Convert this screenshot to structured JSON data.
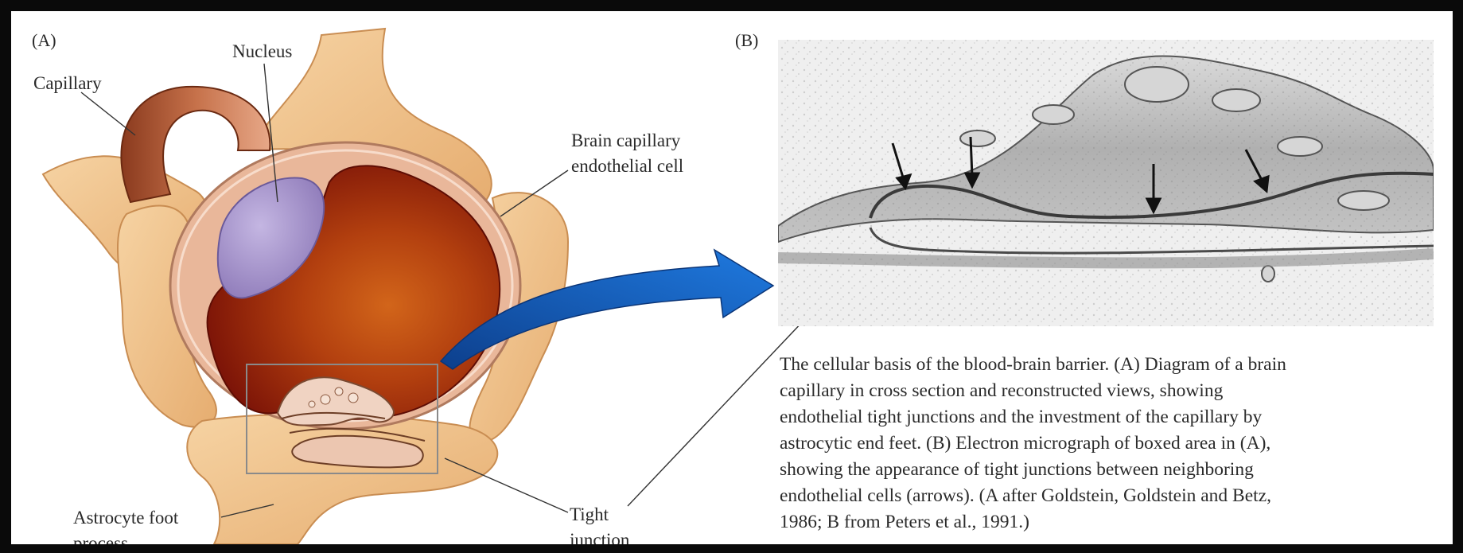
{
  "panels": {
    "a_label": "(A)",
    "b_label": "(B)"
  },
  "labels": {
    "nucleus": "Nucleus",
    "capillary": "Capillary",
    "endothelial_line1": "Brain capillary",
    "endothelial_line2": "endothelial cell",
    "astrocyte_line1": "Astrocyte foot",
    "astrocyte_line2": "process",
    "tight_line1": "Tight",
    "tight_line2": "junction"
  },
  "caption_lines": [
    "The cellular basis of the blood-brain barrier. (A) Diagram of a brain",
    "capillary in cross section and reconstructed views, showing",
    "endothelial tight junctions and the investment of the capillary by",
    "astrocytic end feet. (B) Electron micrograph of boxed area in (A),",
    "showing the appearance of tight junctions between neighboring",
    "endothelial cells (arrows). (A after Goldstein, Goldstein and Betz,",
    "1986; B from Peters et al., 1991.)"
  ],
  "colors": {
    "frame": "#0a0a0a",
    "blood": "#8e1d0b",
    "astrocyte": "#efc38e",
    "endothelium": "#e9b79a",
    "nucleus": "#a694c9",
    "arrow": "#1b63c2",
    "micrograph": "#b5b5b5"
  }
}
